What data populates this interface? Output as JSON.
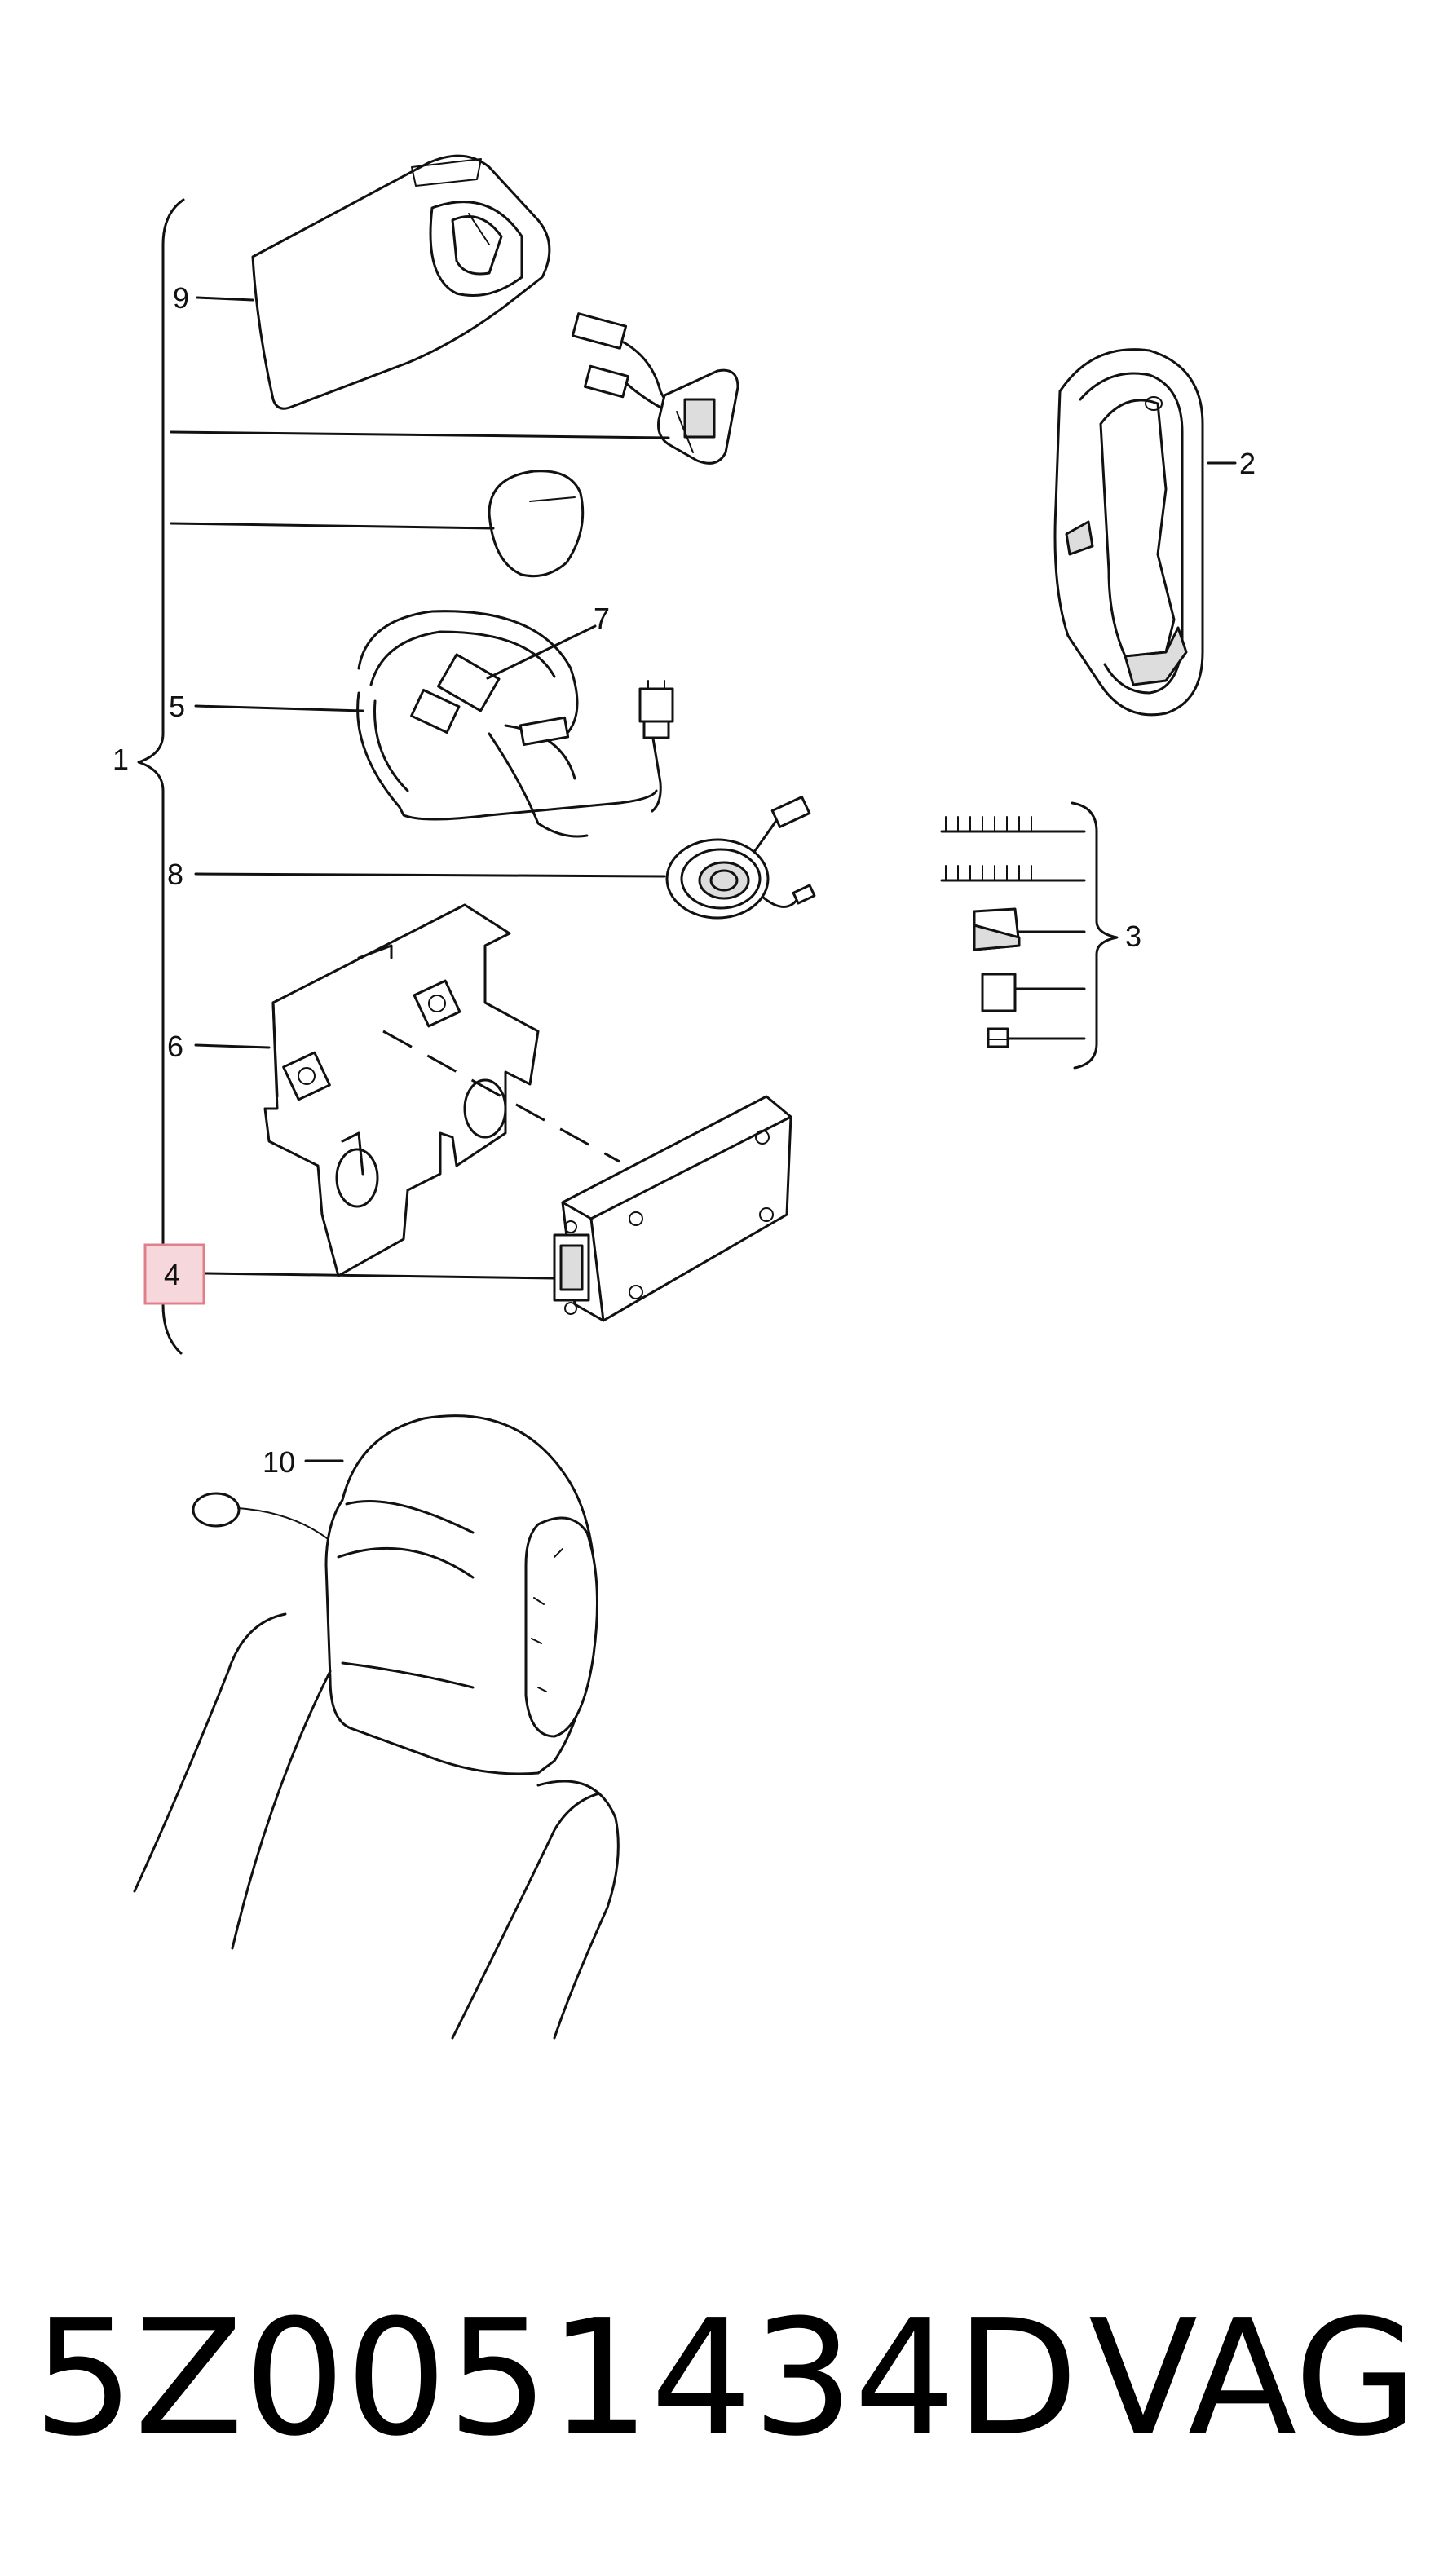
{
  "diagram": {
    "callouts": [
      {
        "id": "1",
        "label": "1"
      },
      {
        "id": "2",
        "label": "2"
      },
      {
        "id": "3",
        "label": "3"
      },
      {
        "id": "4",
        "label": "4",
        "highlighted": true
      },
      {
        "id": "5",
        "label": "5"
      },
      {
        "id": "6",
        "label": "6"
      },
      {
        "id": "7",
        "label": "7"
      },
      {
        "id": "8",
        "label": "8"
      },
      {
        "id": "9",
        "label": "9"
      },
      {
        "id": "10",
        "label": "10"
      }
    ],
    "highlight_color": "#e07f8a"
  },
  "footer": {
    "part_number": "5Z0051434D",
    "brand": "VAG"
  }
}
